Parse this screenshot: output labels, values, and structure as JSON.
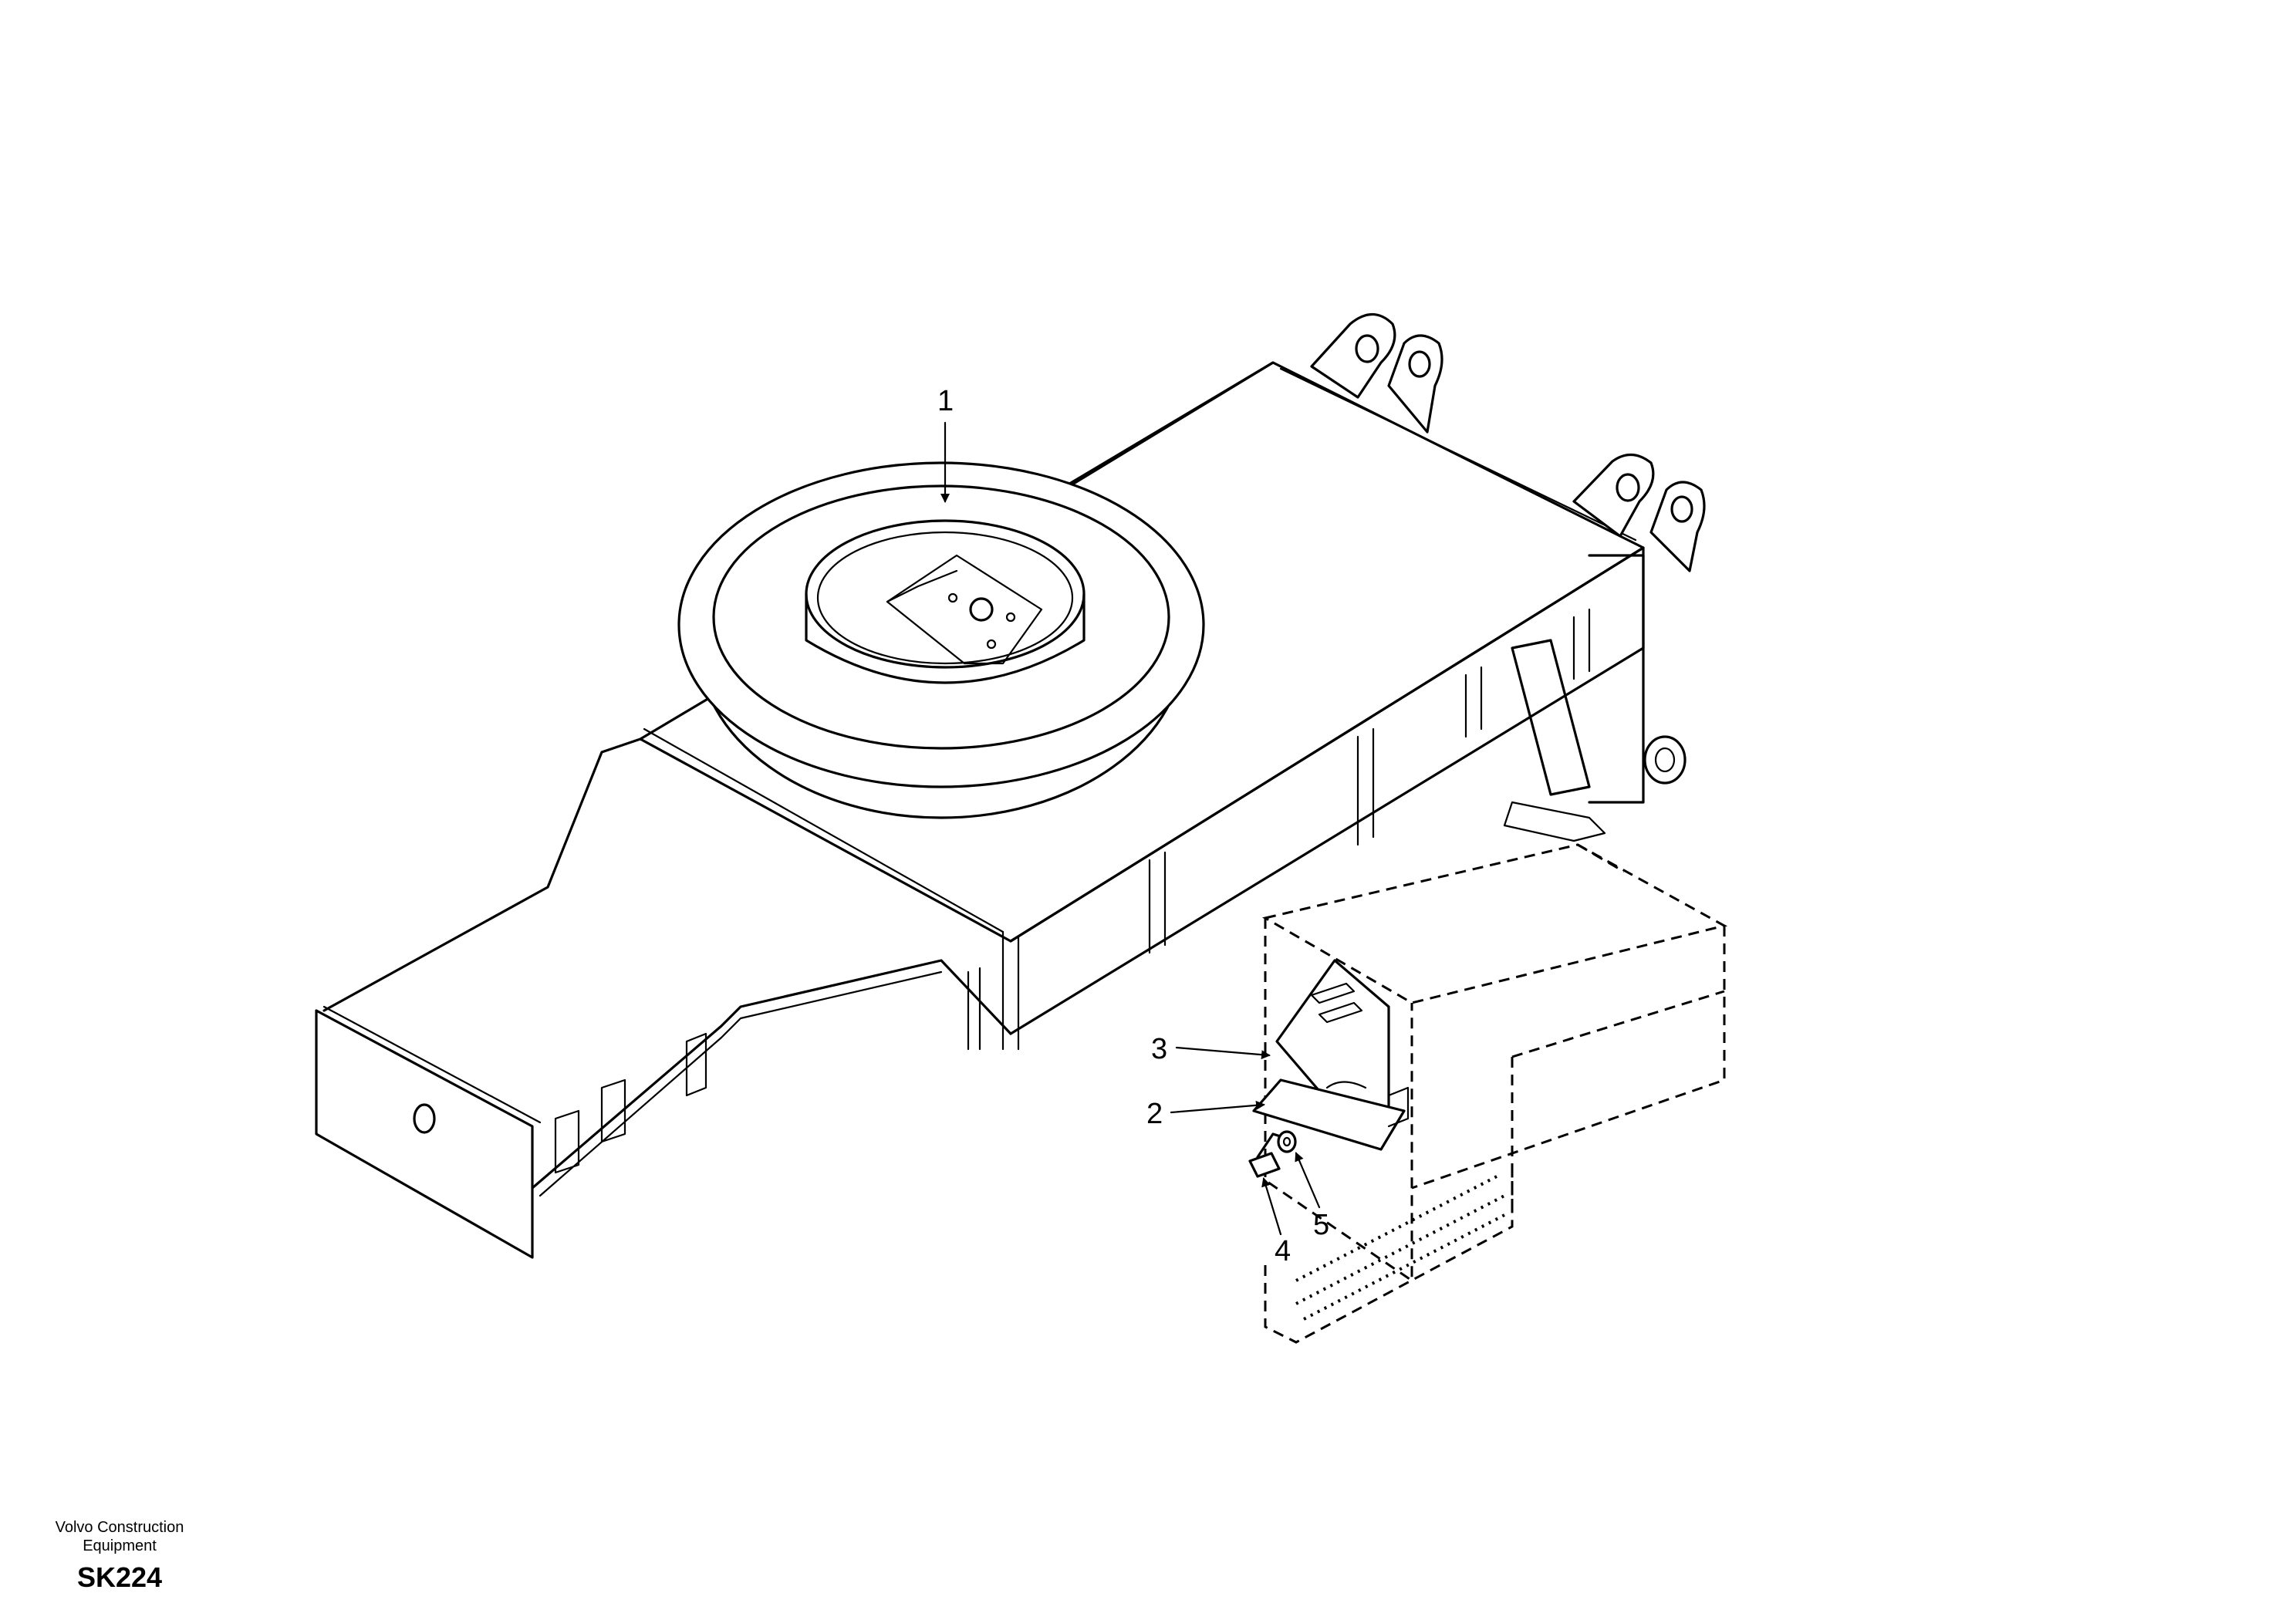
{
  "callouts": [
    {
      "id": "1",
      "label": "1"
    },
    {
      "id": "2",
      "label": "2"
    },
    {
      "id": "3",
      "label": "3"
    },
    {
      "id": "4",
      "label": "4"
    },
    {
      "id": "5",
      "label": "5"
    }
  ],
  "footer": {
    "manufacturer_line1": "Volvo Construction",
    "manufacturer_line2": "Equipment",
    "sheet_code": "SK224"
  }
}
